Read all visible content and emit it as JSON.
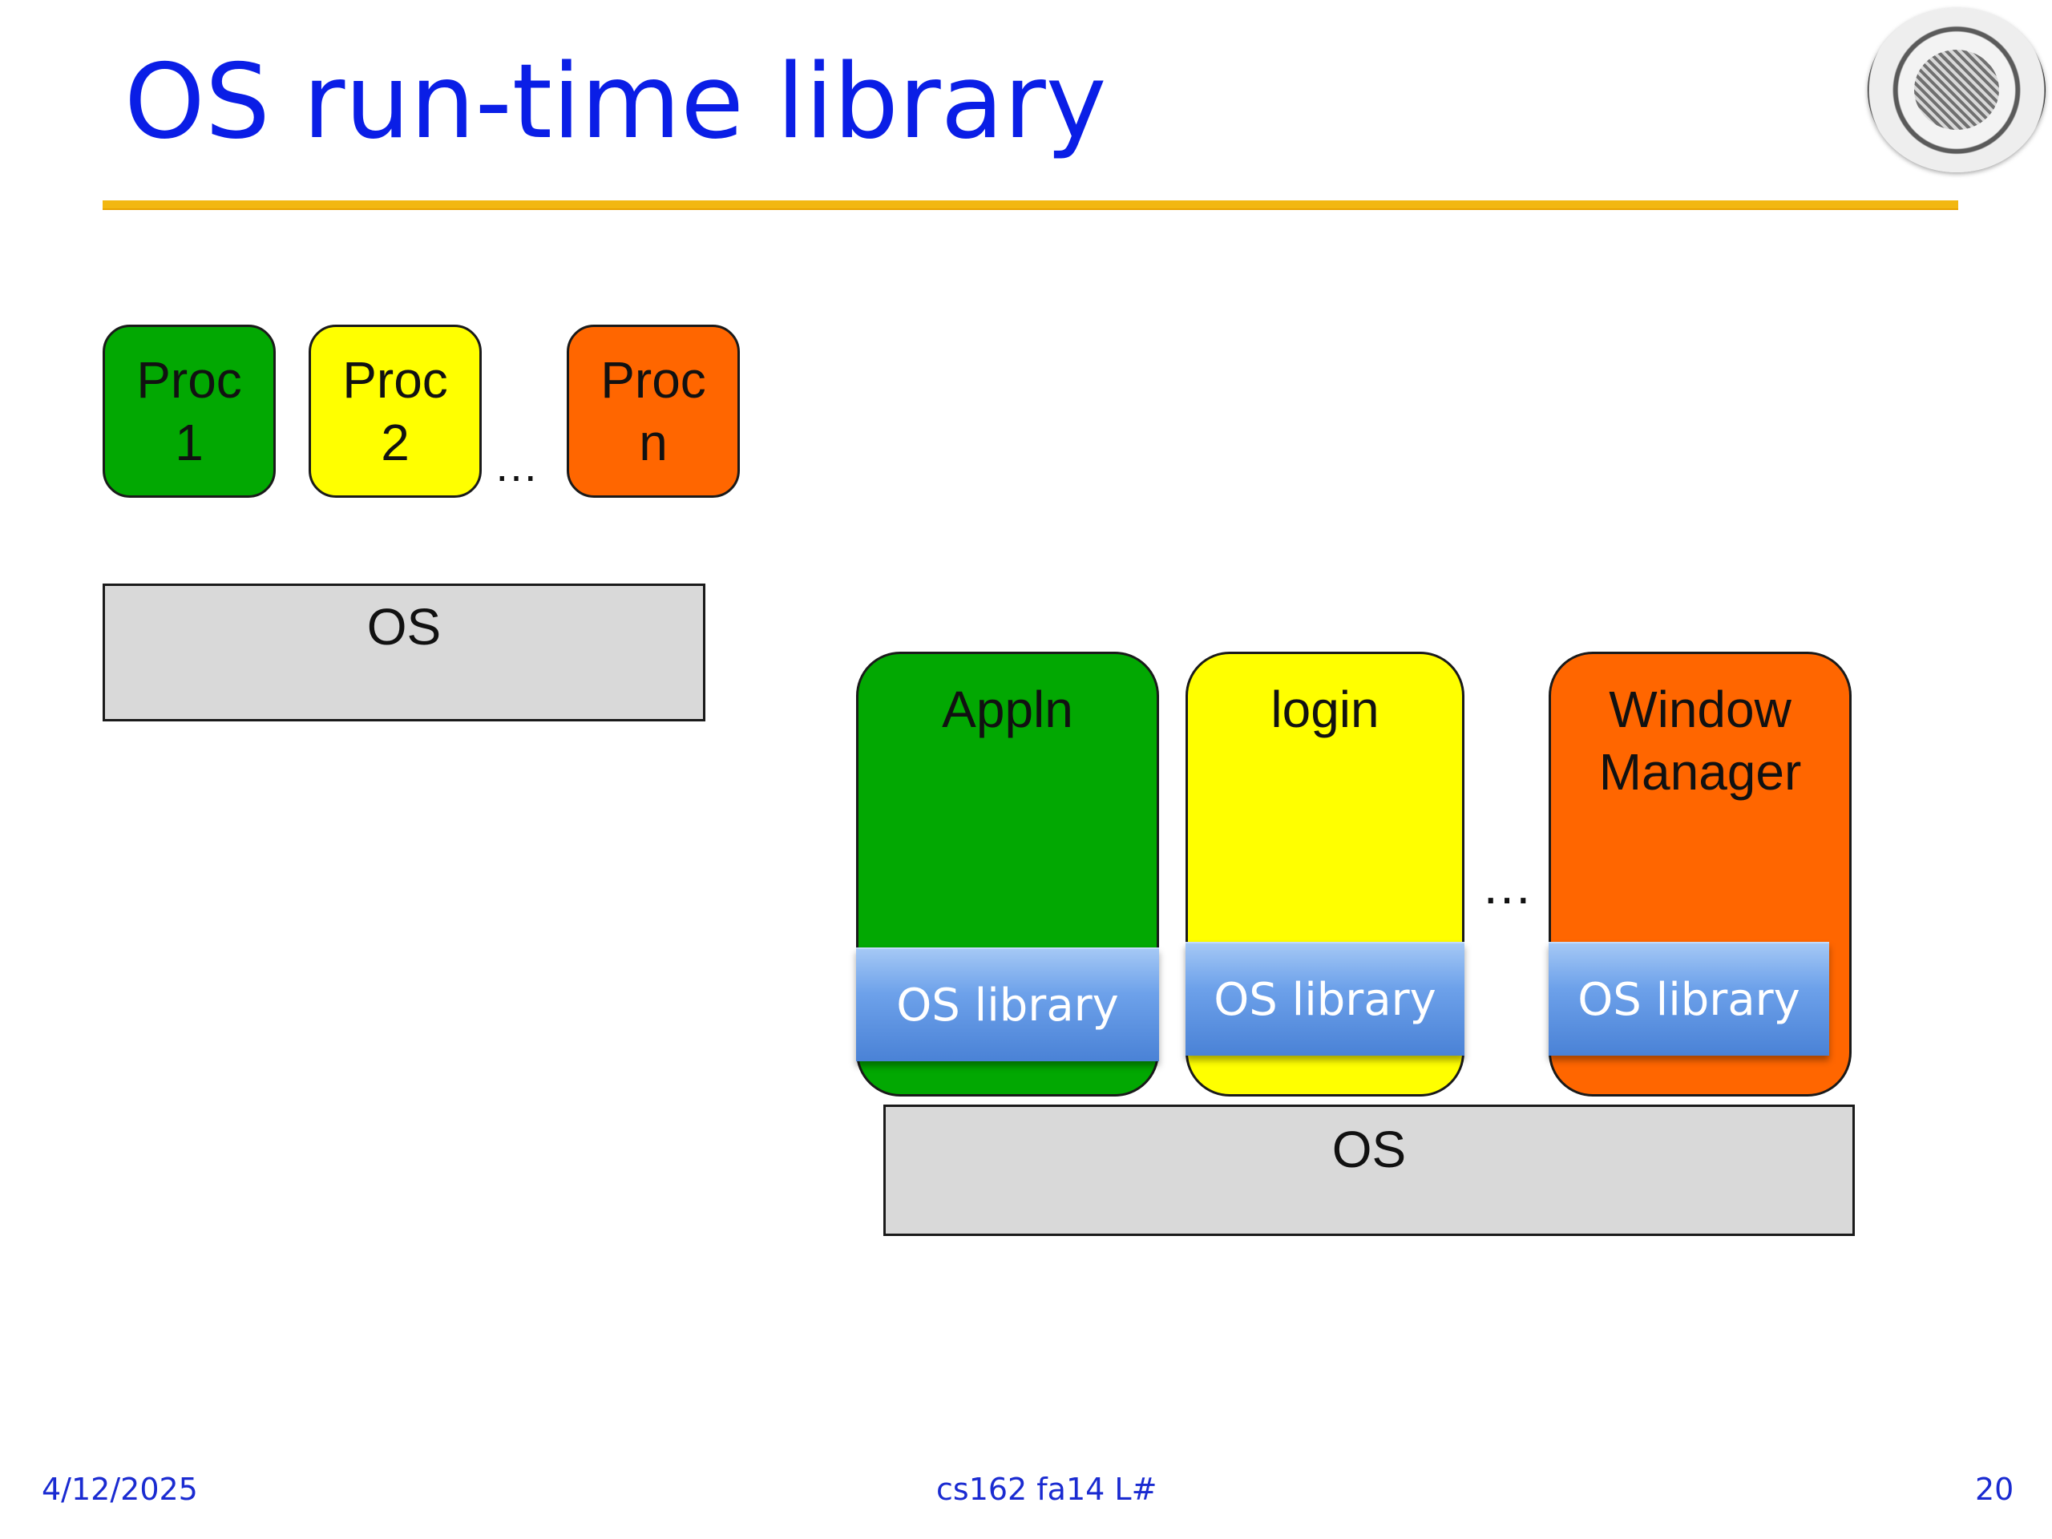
{
  "slide": {
    "title": "OS run-time library",
    "footer": {
      "date": "4/12/2025",
      "course": "cs162 fa14 L#",
      "page": "20"
    }
  },
  "diagram_left": {
    "procs": [
      {
        "line1": "Proc",
        "line2": "1",
        "color": "#02a802"
      },
      {
        "line1": "Proc",
        "line2": "2",
        "color": "#ffff00"
      },
      {
        "line1": "Proc",
        "line2": "n",
        "color": "#ff6600"
      }
    ],
    "ellipsis": "…",
    "os_label": "OS"
  },
  "diagram_right": {
    "boxes": [
      {
        "label": "Appln",
        "color": "#02a802",
        "lib": "OS library"
      },
      {
        "label": "login",
        "color": "#ffff00",
        "lib": "OS library"
      },
      {
        "label": "Window Manager",
        "color": "#ff6600",
        "lib": "OS library"
      }
    ],
    "ellipsis": "…",
    "os_label": "OS"
  },
  "colors": {
    "title": "#0a1ee6",
    "rule": "#f2b711",
    "os_library": "#4a82d6",
    "os": "#d9d9d9"
  }
}
